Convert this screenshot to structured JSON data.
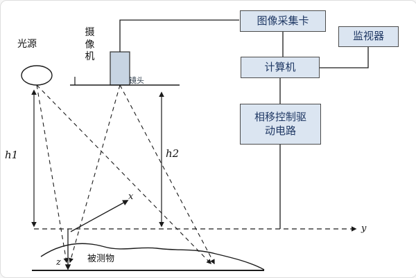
{
  "labels": {
    "light_source": "光源",
    "camera": "摄像机",
    "lens": "镜头",
    "h1": "h1",
    "h2": "h2",
    "object": "被测物",
    "axis_x": "x",
    "axis_y": "y",
    "axis_z": "z"
  },
  "boxes": {
    "capture_card": "图像采集卡",
    "monitor": "监视器",
    "computer": "计算机",
    "phase_line1": "相移控制驱",
    "phase_line2": "动电路"
  },
  "colors": {
    "box_fill": "#dbe5f1",
    "box_border": "#4a4a4a",
    "box_text": "#1f3864",
    "camera_fill": "#c7d4e2",
    "line": "#1a1a1a"
  }
}
